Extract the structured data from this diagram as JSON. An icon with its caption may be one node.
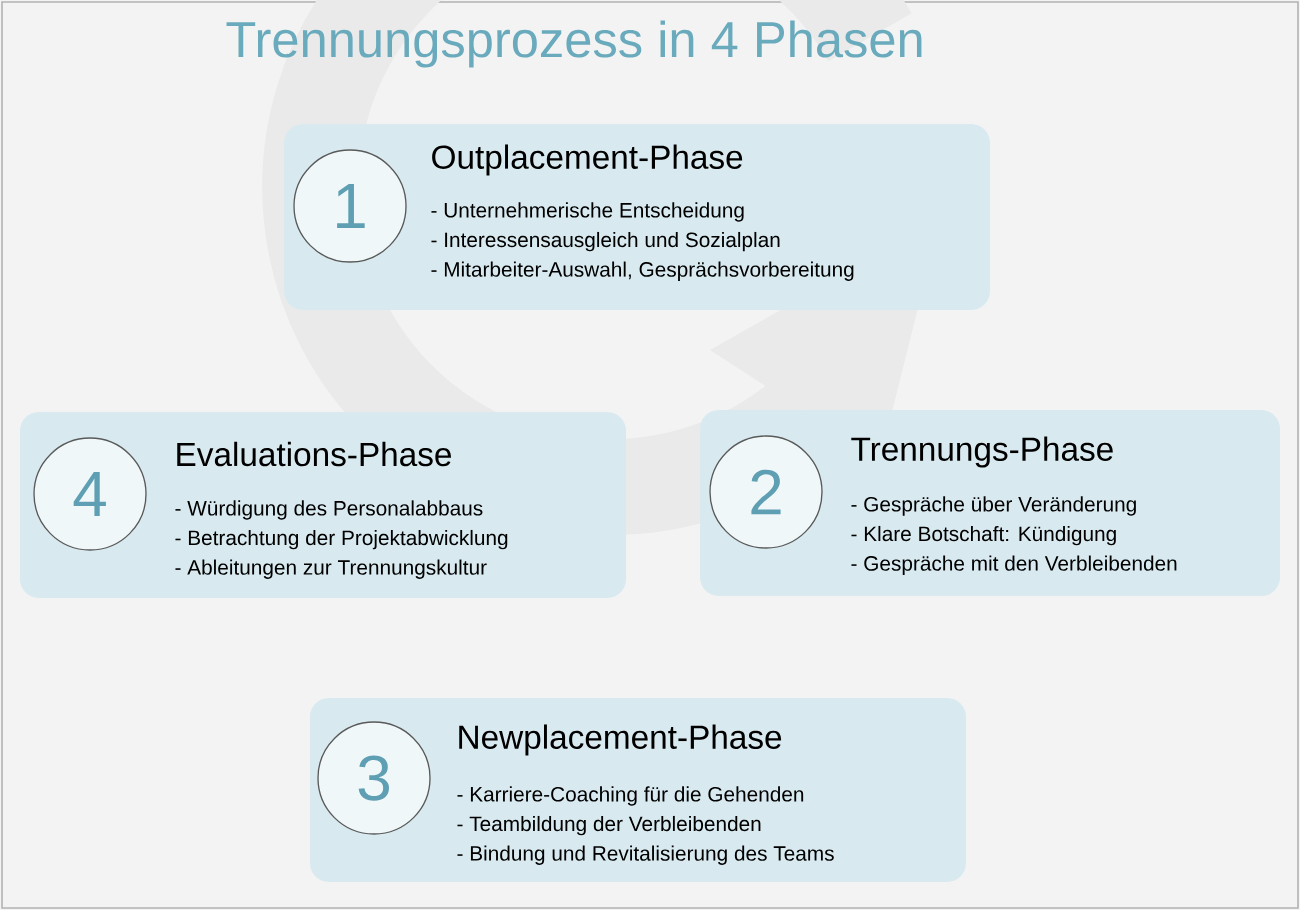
{
  "diagram": {
    "title": "Trennungsprozess in 4 Phasen",
    "nodes": [
      {
        "text": [
          "Outplacement-Phase",
          "- Unternehmerische Entscheidung",
          "- Interessensausgleich und Sozialplan",
          "- Mitarbeiter-Auswahl, Gesprächsvorbereitung"
        ]
      },
      {
        "text": [
          "1"
        ],
        "in": 0
      },
      {
        "text": [
          "Evaluations-Phase",
          "- Würdigung des Personalabbaus",
          "- Betrachtung der Projektabwicklung",
          "- Ableitungen zur Trennungskultur"
        ]
      },
      {
        "text": [
          "4"
        ],
        "in": 2
      },
      {
        "text": [
          "Trennungs-Phase",
          "- Gespräche über Veränderung",
          "- Klare Botschaft: Kündigung",
          "- Gespräche mit den Verbleibenden"
        ]
      },
      {
        "text": [
          "2"
        ],
        "in": 4
      },
      {
        "text": [
          "Newplacement-Phase",
          "- Karriere-Coaching für die Gehenden",
          "- Teambildung der Verbleibenden",
          "- Bindung und Revitalisierung des Teams"
        ]
      },
      {
        "text": [
          "3"
        ],
        "in": 6
      }
    ]
  }
}
